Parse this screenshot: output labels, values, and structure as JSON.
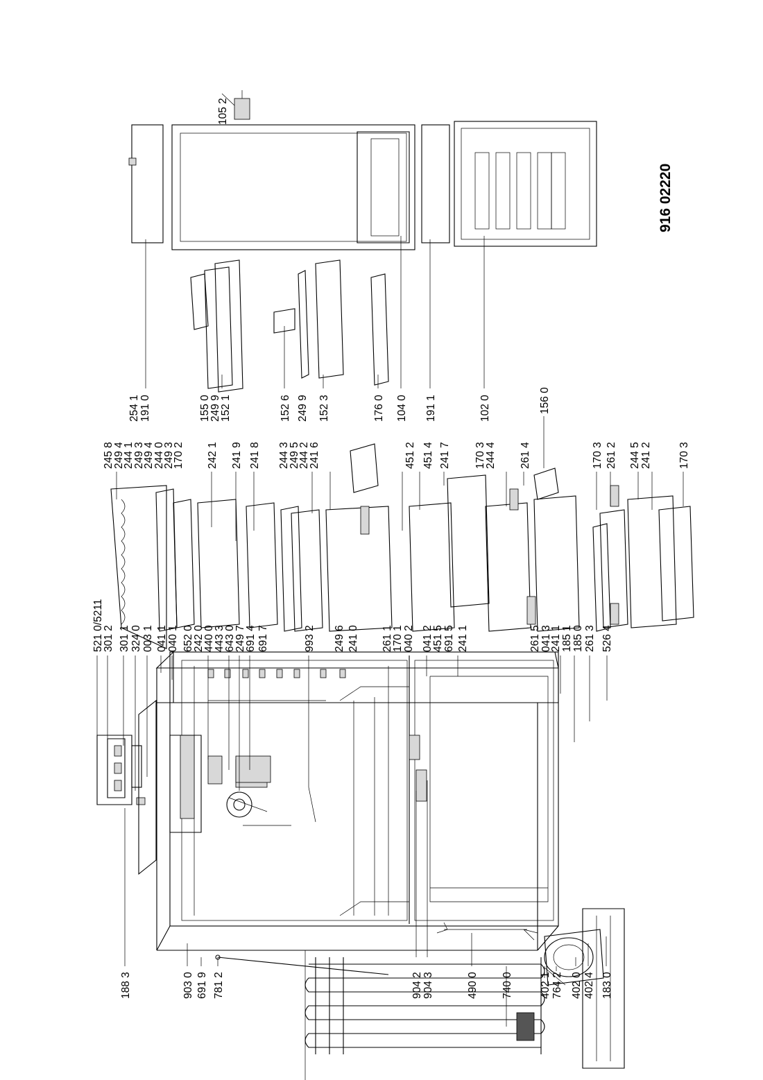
{
  "doc_code": "916 02220",
  "labels": {
    "l_1883": "188 3",
    "l_9030": "903 0",
    "l_6919": "691 9",
    "l_7812": "781 2",
    "l_9042": "904 2",
    "l_9043": "904 3",
    "l_4900": "490 0",
    "l_7400": "740 0",
    "l_4021": "402 1",
    "l_7642": "764 2",
    "l_4020": "402 0",
    "l_4024": "402 4",
    "l_1830": "183 0",
    "l_5210": "521 0/5211",
    "l_3012": "301 2",
    "l_3011": "301 1",
    "l_3240": "324 0",
    "l_0031": "003 1",
    "l_0411a": "041 1",
    "l_0401a": "040 1",
    "l_6520": "652 0",
    "l_2420": "242 0",
    "l_4400": "440 0",
    "l_4433": "443 3",
    "l_6430": "643 0",
    "l_2497": "249 7",
    "l_6914": "691 4",
    "l_6917": "691 7",
    "l_9932": "993 2",
    "l_2496": "249 6",
    "l_2410": "241 0",
    "l_2611a": "261 1",
    "l_1701": "170 1",
    "l_0402": "040 2",
    "l_0412": "041 2",
    "l_4515": "451 5",
    "l_6915": "691 5",
    "l_2411": "241 1",
    "l_2615": "261 5",
    "l_0413": "041 3",
    "l_2411b": "241 1",
    "l_1851": "185 1",
    "l_1850": "185 0",
    "l_2613": "261 3",
    "l_5264": "526 4",
    "l_2458": "245 8",
    "l_2494a": "249 4",
    "l_2441": "244 1",
    "l_2493a": "249 3",
    "l_2494b": "249 4",
    "l_2440": "244 0",
    "l_2493b": "249 3",
    "l_1702": "170 2",
    "l_2421": "242 1",
    "l_2419": "241 9",
    "l_2418": "241 8",
    "l_2443": "244 3",
    "l_2495": "249 5",
    "l_2442": "244 2",
    "l_2416": "241 6",
    "l_4512": "451 2",
    "l_4514": "451 4",
    "l_2417": "241 7",
    "l_1703a": "170 3",
    "l_2444": "244 4",
    "l_2614": "261 4",
    "l_1560": "156 0",
    "l_1703b": "170 3",
    "l_2612": "261 2",
    "l_2445": "244 5",
    "l_2412": "241 2",
    "l_1703c": "170 3",
    "l_2541": "254 1",
    "l_1910": "191 0",
    "l_1550": "155 0",
    "l_2499a": "249 9",
    "l_1521": "152 1",
    "l_1526": "152 6",
    "l_2499b": "249 9",
    "l_1523": "152 3",
    "l_1760": "176 0",
    "l_1040": "104 0",
    "l_1911": "191 1",
    "l_1020": "102 0",
    "l_1052": "105 2"
  }
}
